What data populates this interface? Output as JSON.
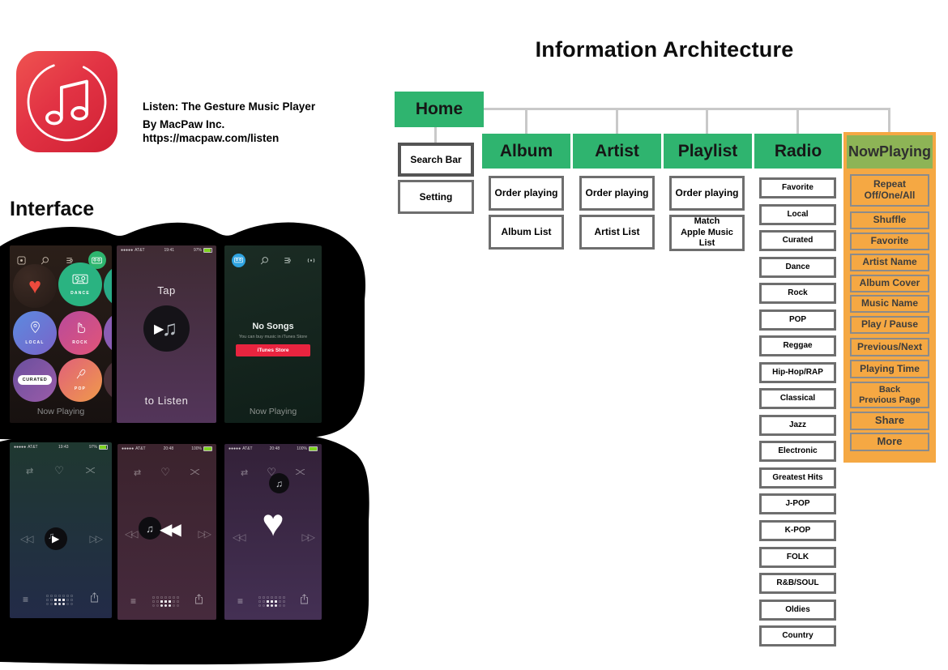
{
  "title": "Information Architecture",
  "app": {
    "name": "Listen: The Gesture Music Player",
    "byline": "By MacPaw Inc.",
    "url": "https://macpaw.com/listen"
  },
  "colors": {
    "node_green": "#2fb46f",
    "nowplaying_header_green": "#8db456",
    "nowplaying_panel_orange": "#f5a843",
    "connector_gray": "#c9c9c9",
    "app_icon_red": "#e23344",
    "itunes_button_red": "#e8243f",
    "category_dance_green": "#2ab381",
    "category_local_blue": "#5b84dd",
    "category_rock_pink": "#c9518c",
    "category_curated_purple": "#7d58ab",
    "category_pop_orange": "#ec8560"
  },
  "architecture": {
    "root": "Home",
    "home_children": [
      "Search Bar",
      "Setting"
    ],
    "columns": [
      {
        "label": "Album",
        "items": [
          "Order playing",
          "Album List"
        ]
      },
      {
        "label": "Artist",
        "items": [
          "Order playing",
          "Artist List"
        ]
      },
      {
        "label": "Playlist",
        "items": [
          "Order playing",
          "Match\nApple Music List"
        ]
      },
      {
        "label": "Radio",
        "items": [
          "Favorite",
          "Local",
          "Curated",
          "Dance",
          "Rock",
          "POP",
          "Reggae",
          "Hip-Hop/RAP",
          "Classical",
          "Jazz",
          "Electronic",
          "Greatest Hits",
          "J-POP",
          "K-POP",
          "FOLK",
          "R&B/SOUL",
          "Oldies",
          "Country"
        ]
      },
      {
        "label": "NowPlaying",
        "items": [
          "Repeat\nOff/One/All",
          "Shuffle",
          "Favorite",
          "Artist Name",
          "Album Cover",
          "Music Name",
          "Play / Pause",
          "Previous/Next",
          "Playing Time",
          "Back\nPrevious Page",
          "Share",
          "More"
        ]
      }
    ]
  },
  "interface": {
    "heading": "Interface",
    "phones": [
      {
        "name": "home-categories",
        "categories": [
          {
            "label": "DANCE"
          },
          {
            "label": "LOCAL"
          },
          {
            "label": "ROCK"
          },
          {
            "label": "CURATED"
          },
          {
            "label": "POP"
          }
        ],
        "footer": "Now Playing"
      },
      {
        "name": "tap-to-listen",
        "status": {
          "carrier": "AT&T",
          "time": "19:41",
          "battery": "97%"
        },
        "tap": "Tap",
        "listen": "to Listen"
      },
      {
        "name": "no-songs",
        "title": "No Songs",
        "subtitle": "You can buy music in iTunes Store",
        "button": "iTunes Store",
        "footer": "Now Playing"
      },
      {
        "name": "player-play",
        "status": {
          "carrier": "AT&T",
          "time": "19:43",
          "battery": "97%"
        }
      },
      {
        "name": "player-previous",
        "status": {
          "carrier": "AT&T",
          "time": "20:48",
          "battery": "100%"
        }
      },
      {
        "name": "player-favorite",
        "status": {
          "carrier": "AT&T",
          "time": "20:48",
          "battery": "100%"
        }
      }
    ]
  }
}
